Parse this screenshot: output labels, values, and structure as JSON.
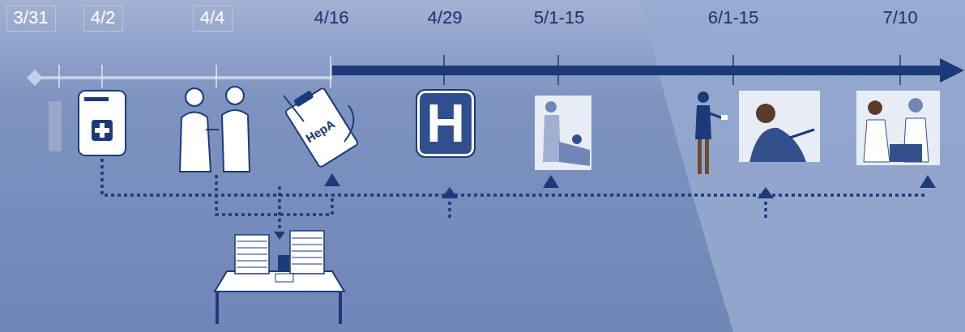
{
  "diagram": {
    "nodes": [
      {
        "text": [
          "3/31"
        ]
      },
      {
        "text": [
          "4/2"
        ]
      },
      {
        "text": [
          "4/4"
        ]
      },
      {
        "text": [
          "H"
        ]
      }
    ],
    "labels": [
      "4/16",
      "4/29",
      "5/1-15",
      "6/1-15",
      "7/10",
      "HepA"
    ]
  }
}
